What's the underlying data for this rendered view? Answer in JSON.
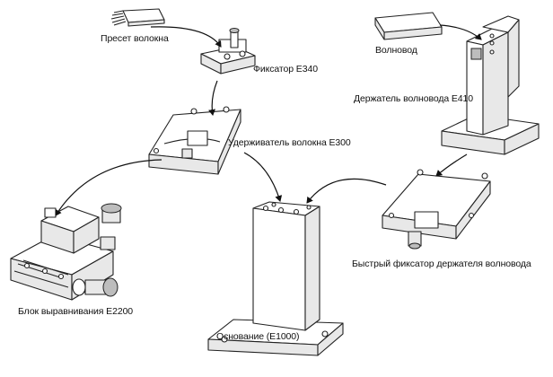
{
  "diagram": {
    "labels": {
      "fiber_preset": "Пресет волокна",
      "clamp_e340": "Фиксатор E340",
      "fiber_holder_e300": "Удерживатель волокна E300",
      "alignment_block_e2200": "Блок выравнивания E2200",
      "base_e1000": "Основание (E1000)",
      "waveguide": "Волновод",
      "waveguide_holder_e410": "Держатель волновода E410",
      "quick_clamp_waveguide_holder": "Быстрый фиксатор держателя волновода"
    }
  }
}
